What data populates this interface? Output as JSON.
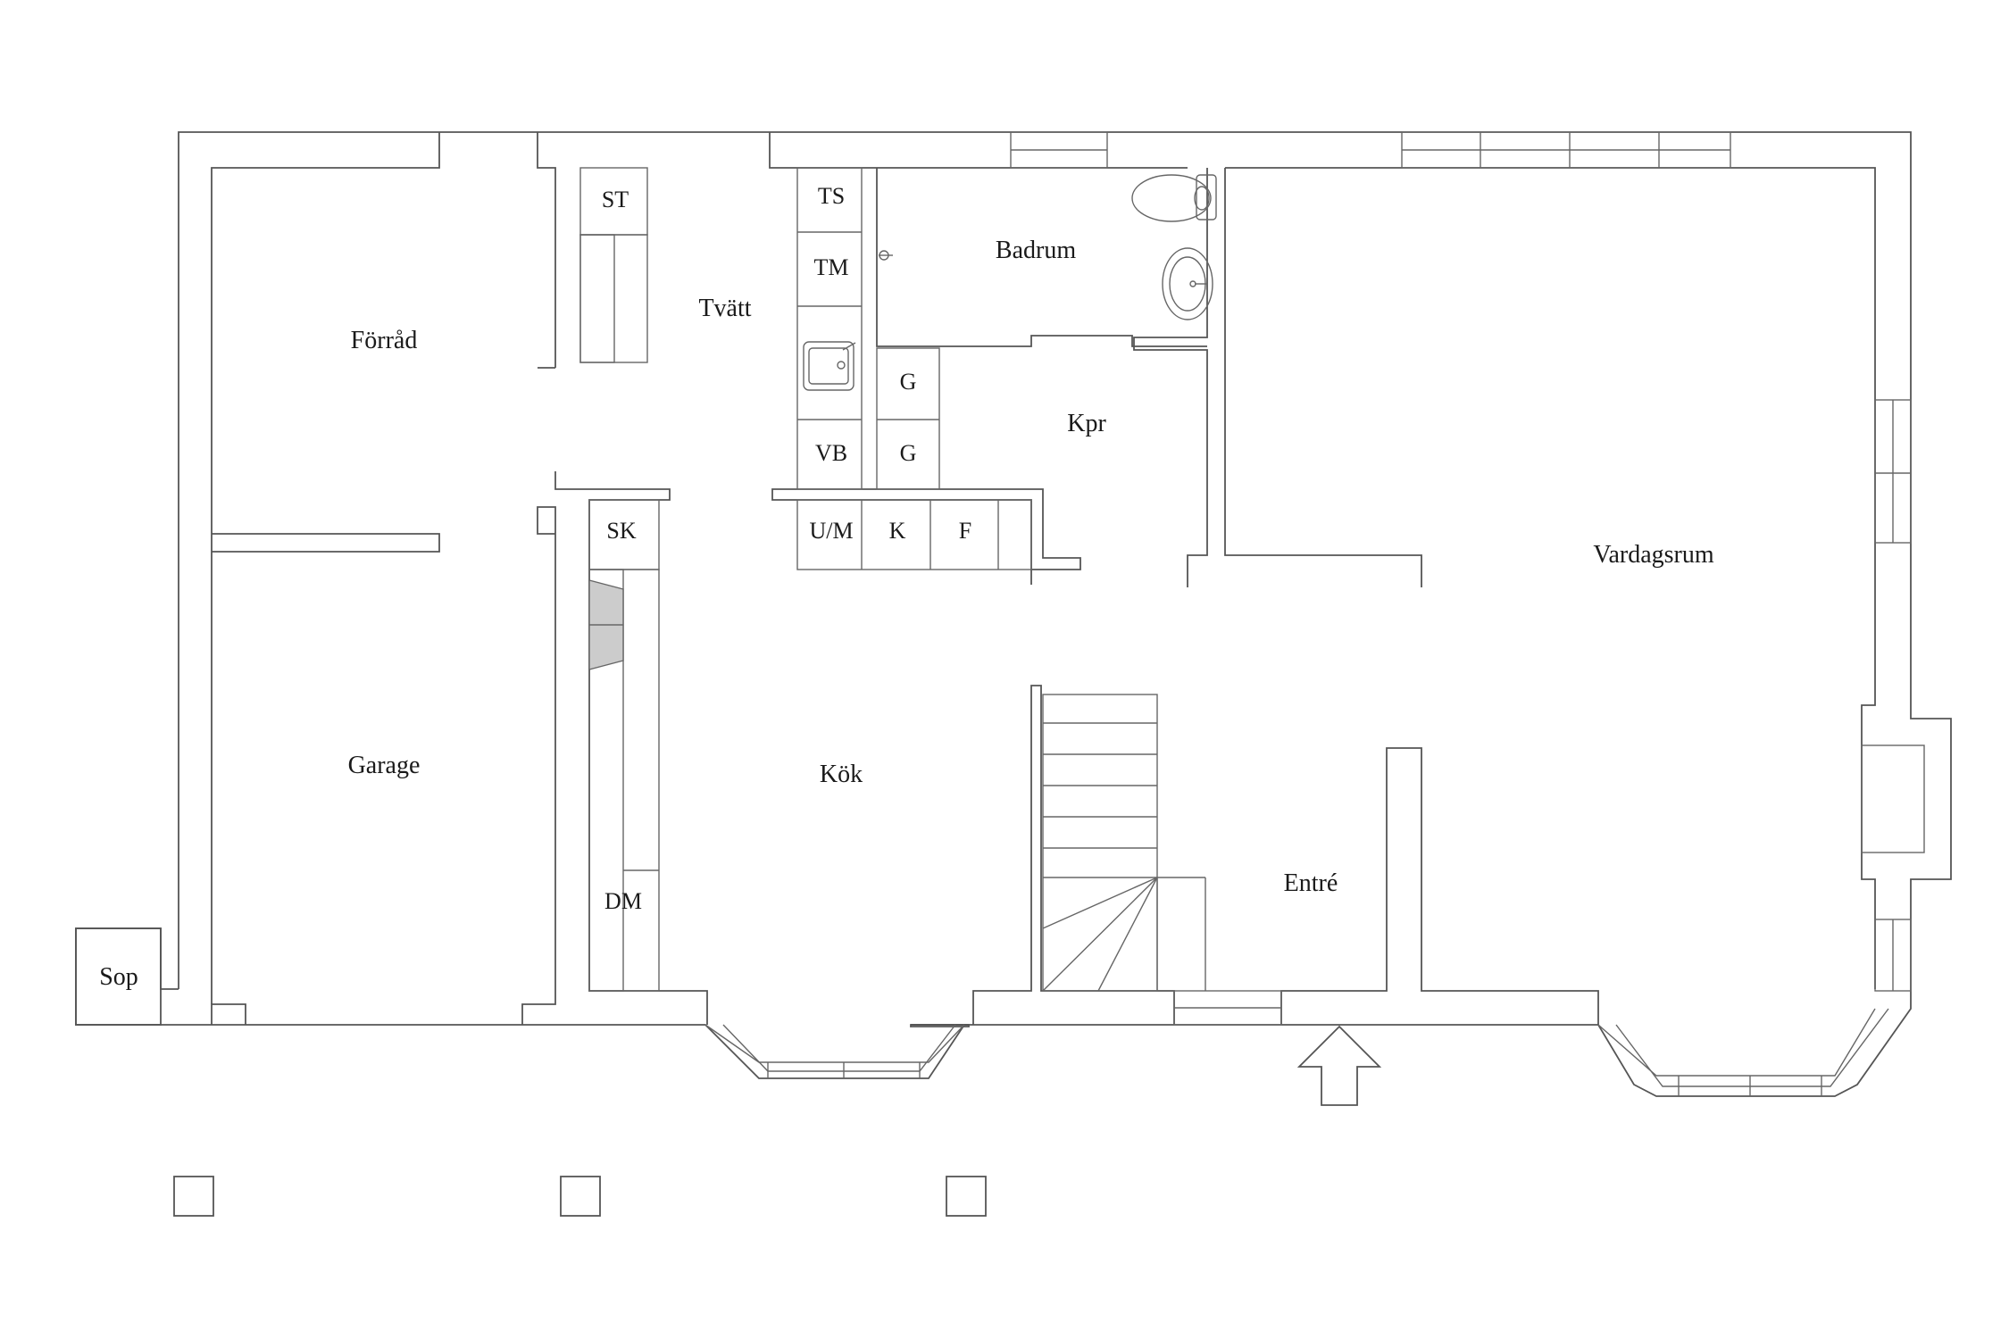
{
  "rooms": {
    "forrad": "Förråd",
    "garage": "Garage",
    "tvatt": "Tvätt",
    "badrum": "Badrum",
    "kpr": "Kpr",
    "vardagsrum": "Vardagsrum",
    "kok": "Kök",
    "entre": "Entré",
    "sop": "Sop"
  },
  "fixtures": {
    "st": "ST",
    "ts": "TS",
    "tm": "TM",
    "g1": "G",
    "g2": "G",
    "vb": "VB",
    "sk": "SK",
    "um": "U/M",
    "k": "K",
    "f": "F",
    "dm": "DM"
  },
  "icons": {
    "entrance": "arrow-up-icon",
    "toilet": "toilet-icon",
    "basin": "washbasin-icon",
    "sink": "sink-icon",
    "stairs": "staircase-icon",
    "fireplace": "fireplace-icon"
  }
}
